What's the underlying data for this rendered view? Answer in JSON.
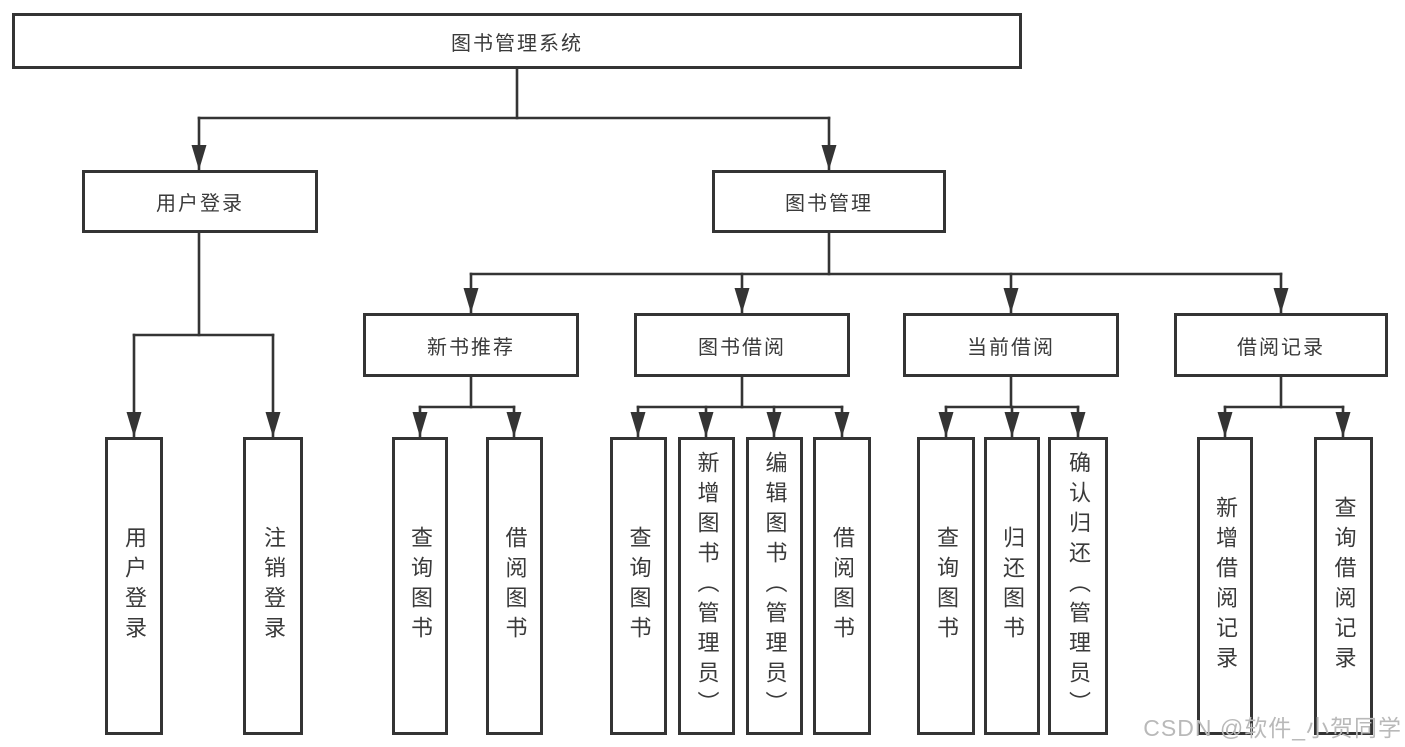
{
  "diagram": {
    "type": "hierarchy",
    "tree": {
      "root": {
        "label": "图书管理系统"
      },
      "children": [
        {
          "label": "用户登录",
          "children": [
            {
              "label": "用户登录"
            },
            {
              "label": "注销登录"
            }
          ]
        },
        {
          "label": "图书管理",
          "children": [
            {
              "label": "新书推荐",
              "children": [
                {
                  "label": "查询图书"
                },
                {
                  "label": "借阅图书"
                }
              ]
            },
            {
              "label": "图书借阅",
              "children": [
                {
                  "label": "查询图书"
                },
                {
                  "label": "新增图书（管理员）"
                },
                {
                  "label": "编辑图书（管理员）"
                },
                {
                  "label": "借阅图书"
                }
              ]
            },
            {
              "label": "当前借阅",
              "children": [
                {
                  "label": "查询图书"
                },
                {
                  "label": "归还图书"
                },
                {
                  "label": "确认归还（管理员）"
                }
              ]
            },
            {
              "label": "借阅记录",
              "children": [
                {
                  "label": "新增借阅记录"
                },
                {
                  "label": "查询借阅记录"
                }
              ]
            }
          ]
        }
      ]
    }
  },
  "watermark": {
    "text": "CSDN @软件_小贺同学"
  },
  "colors": {
    "line": "#343434",
    "box_border": "#343434",
    "box_background": "#ffffff",
    "text": "#3a3a3a",
    "watermark": "#b9b9b9",
    "background": "#ffffff"
  }
}
